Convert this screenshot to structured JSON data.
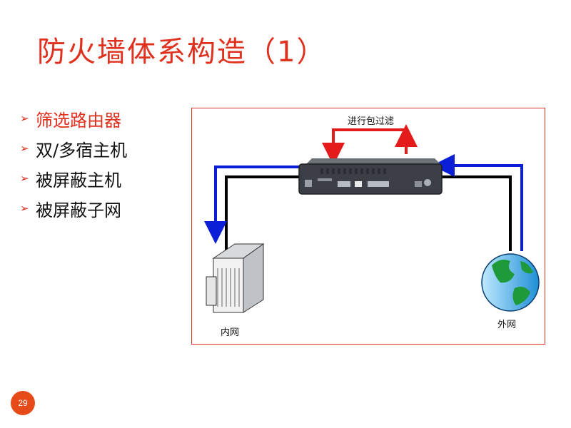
{
  "slide": {
    "title": "防火墙体系构造（1）",
    "page_number": "29",
    "accent_color": "#e0301e"
  },
  "bullets": [
    {
      "text": "筛选路由器",
      "active": true
    },
    {
      "text": "双/多宿主机",
      "active": false
    },
    {
      "text": "被屏蔽主机",
      "active": false
    },
    {
      "text": "被屏蔽子网",
      "active": false
    }
  ],
  "figure": {
    "top_label": "进行包过滤",
    "left_node_label": "内网",
    "right_node_label": "外网",
    "icons": [
      "router-device-icon",
      "server-building-icon",
      "globe-icon"
    ],
    "arrow_colors": {
      "blue": "#0a1fd6",
      "red": "#e31b1b",
      "black": "#000000"
    }
  }
}
